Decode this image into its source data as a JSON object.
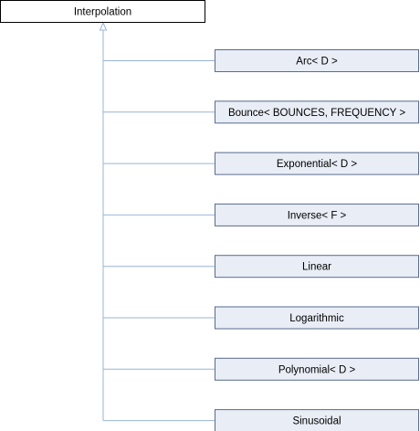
{
  "diagram": {
    "base_class": "Interpolation",
    "derived_classes": [
      "Arc< D >",
      "Bounce< BOUNCES, FREQUENCY >",
      "Exponential< D >",
      "Inverse< F >",
      "Linear",
      "Logarithmic",
      "Polynomial< D >",
      "Sinusoidal"
    ]
  },
  "colors": {
    "child_fill": "#e8edf6",
    "child_stroke": "#5a6b8c",
    "edge": "#9ab4d6"
  }
}
